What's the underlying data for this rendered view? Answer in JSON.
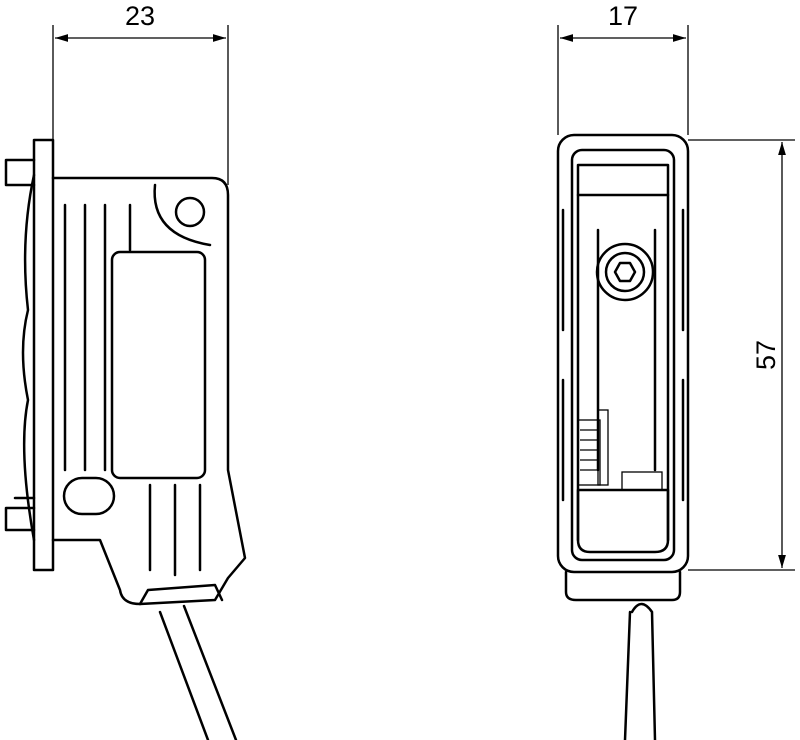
{
  "dimensions": {
    "side_width": "23",
    "front_width": "17",
    "height": "57"
  }
}
